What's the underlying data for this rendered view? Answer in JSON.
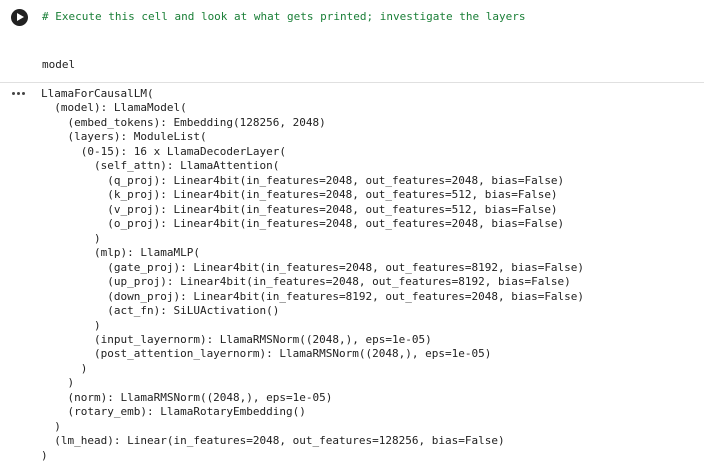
{
  "code_cell": {
    "comment": "# Execute this cell and look at what gets printed; investigate the layers",
    "code": "model"
  },
  "output": {
    "lines": [
      "LlamaForCausalLM(",
      "  (model): LlamaModel(",
      "    (embed_tokens): Embedding(128256, 2048)",
      "    (layers): ModuleList(",
      "      (0-15): 16 x LlamaDecoderLayer(",
      "        (self_attn): LlamaAttention(",
      "          (q_proj): Linear4bit(in_features=2048, out_features=2048, bias=False)",
      "          (k_proj): Linear4bit(in_features=2048, out_features=512, bias=False)",
      "          (v_proj): Linear4bit(in_features=2048, out_features=512, bias=False)",
      "          (o_proj): Linear4bit(in_features=2048, out_features=2048, bias=False)",
      "        )",
      "        (mlp): LlamaMLP(",
      "          (gate_proj): Linear4bit(in_features=2048, out_features=8192, bias=False)",
      "          (up_proj): Linear4bit(in_features=2048, out_features=8192, bias=False)",
      "          (down_proj): Linear4bit(in_features=8192, out_features=2048, bias=False)",
      "          (act_fn): SiLUActivation()",
      "        )",
      "        (input_layernorm): LlamaRMSNorm((2048,), eps=1e-05)",
      "        (post_attention_layernorm): LlamaRMSNorm((2048,), eps=1e-05)",
      "      )",
      "    )",
      "    (norm): LlamaRMSNorm((2048,), eps=1e-05)",
      "    (rotary_emb): LlamaRotaryEmbedding()",
      "  )",
      "  (lm_head): Linear(in_features=2048, out_features=128256, bias=False)",
      ")"
    ]
  }
}
